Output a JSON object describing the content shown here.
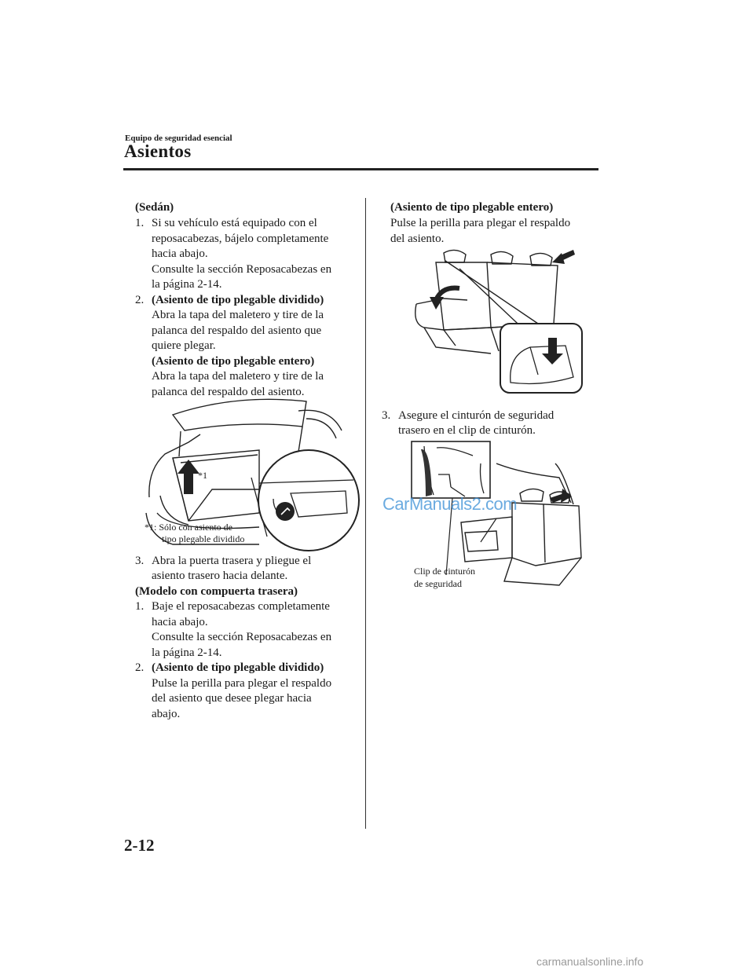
{
  "header": {
    "section": "Equipo de seguridad esencial",
    "title": "Asientos"
  },
  "left_column": {
    "sedan_heading": "(Sedán)",
    "step1_num": "1.",
    "step1_lines": [
      "Si su vehículo está equipado con el",
      "reposacabezas, bájelo completamente",
      "hacia abajo.",
      "Consulte la sección Reposacabezas en",
      "la página 2-14."
    ],
    "step2_num": "2.",
    "step2_split_heading": "(Asiento de tipo plegable dividido)",
    "step2_split_lines": [
      "Abra la tapa del maletero y tire de la",
      "palanca del respaldo del asiento que",
      "quiere plegar."
    ],
    "step2_full_heading": "(Asiento de tipo plegable entero)",
    "step2_full_lines": [
      "Abra la tapa del maletero y tire de la",
      "palanca del respaldo del asiento."
    ],
    "fig1_callout": "*1",
    "fig1_note_lines": [
      "*1: Sólo con asiento de",
      "tipo plegable dividido"
    ],
    "step3_num": "3.",
    "step3_lines": [
      "Abra la puerta trasera y pliegue el",
      "asiento trasero hacia delante."
    ],
    "hatch_heading": "(Modelo con compuerta trasera)",
    "hstep1_num": "1.",
    "hstep1_lines": [
      "Baje el reposacabezas completamente",
      "hacia abajo.",
      "Consulte la sección Reposacabezas en",
      "la página 2-14."
    ],
    "hstep2_num": "2.",
    "hstep2_heading": "(Asiento de tipo plegable dividido)",
    "hstep2_lines": [
      "Pulse la perilla para plegar el respaldo",
      "del asiento que desee plegar hacia",
      "abajo."
    ]
  },
  "right_column": {
    "full_heading": "(Asiento de tipo plegable entero)",
    "full_lines": [
      "Pulse la perilla para plegar el respaldo",
      "del asiento."
    ],
    "step3_num": "3.",
    "step3_lines": [
      "Asegure el cinturón de seguridad",
      "trasero en el clip de cinturón."
    ],
    "fig3_label_lines": [
      "Clip de cinturón",
      "de seguridad"
    ]
  },
  "watermark": "CarManuals2.com",
  "footer_watermark": "carmanualsonline.info",
  "page_number": "2-12"
}
